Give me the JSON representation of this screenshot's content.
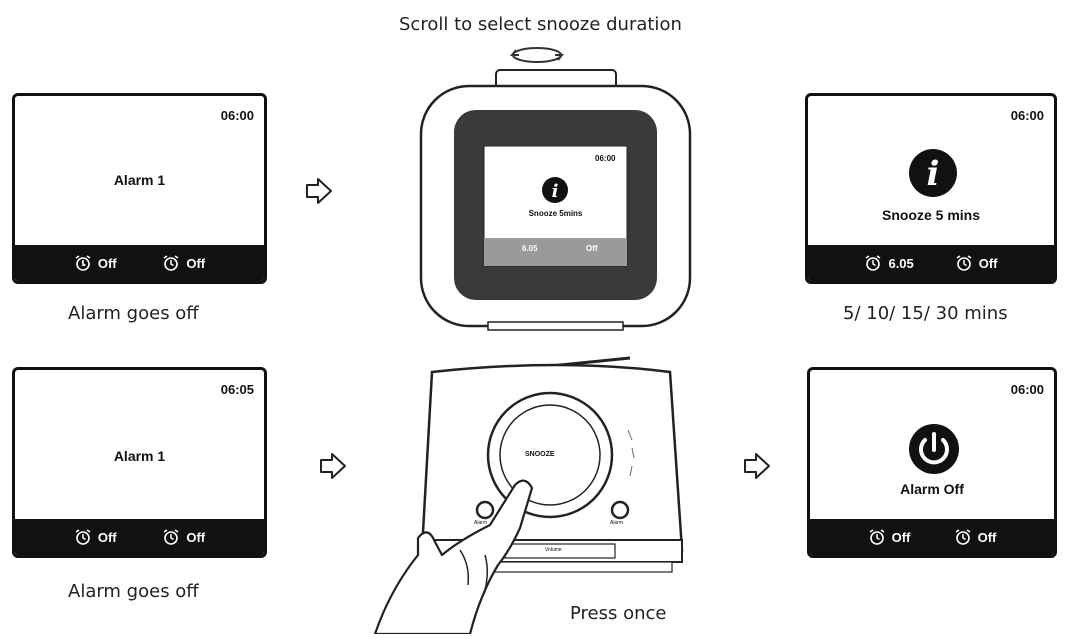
{
  "captions": {
    "top": "Scroll to select snooze duration",
    "left_top": "Alarm goes off",
    "left_bottom": "Alarm goes off",
    "right_top": "5/ 10/ 15/ 30 mins",
    "bottom_center": "Press once"
  },
  "screens": {
    "top_left": {
      "time": "06:00",
      "message": "Alarm 1",
      "alarm1_status": "Off",
      "alarm2_status": "Off"
    },
    "top_right": {
      "time": "06:00",
      "message": "Snooze 5 mins",
      "alarm1_status": "6.05",
      "alarm2_status": "Off",
      "icon": "info-icon"
    },
    "bottom_left": {
      "time": "06:05",
      "message": "Alarm 1",
      "alarm1_status": "Off",
      "alarm2_status": "Off"
    },
    "bottom_right": {
      "time": "06:00",
      "message": "Alarm Off",
      "alarm1_status": "Off",
      "alarm2_status": "Off",
      "icon": "power-icon"
    }
  },
  "device_top": {
    "screen_time": "06:00",
    "screen_message": "Snooze 5mins",
    "screen_alarm1": "6.05",
    "screen_alarm2": "Off"
  },
  "device_bottom": {
    "knob_label": "SNOOZE",
    "button_left_label": "Alarm",
    "button_right_label": "Alarm",
    "bottom_label": "Volume"
  }
}
